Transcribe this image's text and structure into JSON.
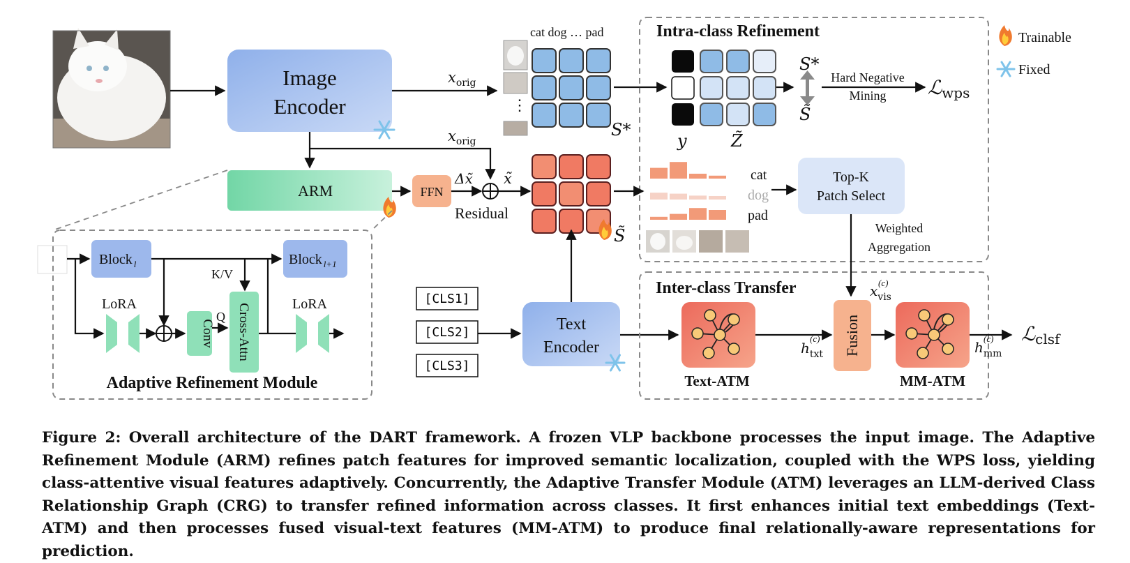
{
  "figure": {
    "image_encoder_line1": "Image",
    "image_encoder_line2": "Encoder",
    "x_orig": "x",
    "x_orig_sub": "orig",
    "cat_dog_pad": "cat dog … pad",
    "vdots": "⋮",
    "s_star": "S*",
    "s_tilde": "S̃",
    "y_label": "y",
    "z_tilde": "Z̃",
    "intra_title": "Intra-class Refinement",
    "hard_negative": "Hard Negative",
    "mining": "Mining",
    "loss_wps": "ℒ",
    "loss_wps_sub": "wps",
    "legend_trainable": "Trainable",
    "legend_fixed": "Fixed",
    "arm": "ARM",
    "ffn": "FFN",
    "delta_x": "Δx̃",
    "x_tilde": "x̃",
    "residual": "Residual",
    "bar_cat": "cat",
    "bar_dog": "dog",
    "bar_pad": "pad",
    "topk_line1": "Top-K",
    "topk_line2": "Patch Select",
    "weighted": "Weighted",
    "aggregation": "Aggregation",
    "block_l": "Block",
    "block_l_sub": "l",
    "block_l1": "Block",
    "block_l1_sub": "l+1",
    "kv": "K/V",
    "q": "Q",
    "lora1": "LoRA",
    "lora2": "LoRA",
    "conv": "Conv",
    "cross_attn": "Cross-Attn",
    "arm_module_title": "Adaptive Refinement Module",
    "cls1": "[CLS1]",
    "cls2": "[CLS2]",
    "cls3": "[CLS3]",
    "text_encoder_line1": "Text",
    "text_encoder_line2": "Encoder",
    "inter_title": "Inter-class Transfer",
    "x_vis": "x",
    "x_vis_sup": "(c)",
    "x_vis_sub": "vis",
    "h_txt": "h",
    "h_txt_sup": "(c)",
    "h_txt_sub": "txt",
    "fusion": "Fusion",
    "h_mm": "h",
    "h_mm_sup": "(c)",
    "h_mm_sub": "mm",
    "loss_clsf": "ℒ",
    "loss_clsf_sub": "clsf",
    "text_atm": "Text-ATM",
    "mm_atm": "MM-ATM"
  },
  "bars": {
    "cat": [
      0.55,
      0.85,
      0.25,
      0.15
    ],
    "dog": [
      0.35,
      0.3,
      0.2,
      0.18
    ],
    "pad": [
      0.15,
      0.3,
      0.6,
      0.5
    ]
  },
  "colors": {
    "encoder_blue": "#9db8ec",
    "arm_green": "#7fdcb0",
    "ffn_orange": "#f6b28e",
    "patch_blue": "#8fbbe6",
    "patch_red": "#f07a63",
    "atm_red": "#ef6f5e",
    "dash_gray": "#888888"
  },
  "caption": "Figure 2: Overall architecture of the DART framework. A frozen VLP backbone processes the input image. The Adaptive Refinement Module (ARM) refines patch features for improved semantic localization, coupled with the WPS loss, yielding class-attentive visual features adaptively. Concurrently, the Adaptive Transfer Module (ATM) leverages an LLM-derived Class Relationship Graph (CRG) to transfer refined information across classes. It first enhances initial text embeddings (Text-ATM) and then processes fused visual-text features (MM-ATM) to produce final relationally-aware representations for prediction."
}
